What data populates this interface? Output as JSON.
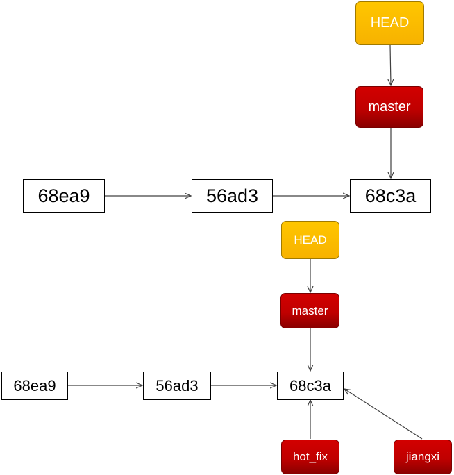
{
  "diagrams": [
    {
      "head": "HEAD",
      "branches": [
        "master"
      ],
      "commits": [
        "68ea9",
        "56ad3",
        "68c3a"
      ]
    },
    {
      "head": "HEAD",
      "branches": [
        "master",
        "hot_fix",
        "jiangxi"
      ],
      "commits": [
        "68ea9",
        "56ad3",
        "68c3a"
      ]
    }
  ],
  "colors": {
    "head_fill": "#ffc000",
    "branch_fill": "#c00000",
    "commit_border": "#000000",
    "arrow": "#404040"
  }
}
